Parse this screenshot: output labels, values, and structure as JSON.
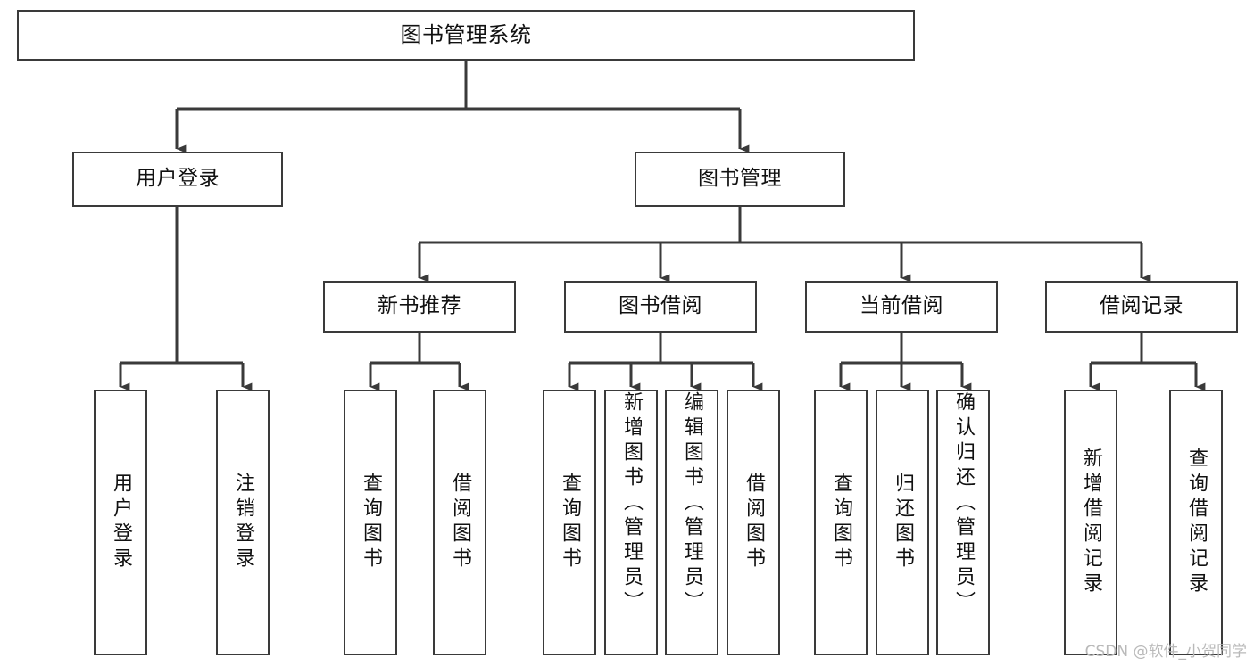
{
  "diagram": {
    "title": "图书管理系统",
    "type": "tree",
    "watermark": "CSDN @软件_小贺同学",
    "colors": {
      "stroke": "#3a3a3a",
      "fill": "#ffffff",
      "text": "#111111",
      "watermark": "#b9b9b9"
    },
    "levels": {
      "root": {
        "label": "图书管理系统"
      },
      "level2": [
        {
          "label": "用户登录"
        },
        {
          "label": "图书管理"
        }
      ],
      "level3": [
        {
          "label": "新书推荐"
        },
        {
          "label": "图书借阅"
        },
        {
          "label": "当前借阅"
        },
        {
          "label": "借阅记录"
        }
      ],
      "leaves": [
        {
          "label": "用户登录",
          "parent": "用户登录",
          "vertical": true,
          "align": "mid"
        },
        {
          "label": "注销登录",
          "parent": "用户登录",
          "vertical": true,
          "align": "mid"
        },
        {
          "label": "查询图书",
          "parent": "新书推荐",
          "vertical": true,
          "align": "mid"
        },
        {
          "label": "借阅图书",
          "parent": "新书推荐",
          "vertical": true,
          "align": "mid"
        },
        {
          "label": "查询图书",
          "parent": "图书借阅",
          "vertical": true,
          "align": "mid"
        },
        {
          "label": "新增图书（管理员）",
          "parent": "图书借阅",
          "vertical": true,
          "align": "top"
        },
        {
          "label": "编辑图书（管理员）",
          "parent": "图书借阅",
          "vertical": true,
          "align": "top"
        },
        {
          "label": "借阅图书",
          "parent": "图书借阅",
          "vertical": true,
          "align": "mid"
        },
        {
          "label": "查询图书",
          "parent": "当前借阅",
          "vertical": true,
          "align": "mid"
        },
        {
          "label": "归还图书",
          "parent": "当前借阅",
          "vertical": true,
          "align": "mid"
        },
        {
          "label": "确认归还（管理员）",
          "parent": "当前借阅",
          "vertical": true,
          "align": "top"
        },
        {
          "label": "新增借阅记录",
          "parent": "借阅记录",
          "vertical": true,
          "align": "mid"
        },
        {
          "label": "查询借阅记录",
          "parent": "借阅记录",
          "vertical": true,
          "align": "mid"
        }
      ]
    }
  }
}
